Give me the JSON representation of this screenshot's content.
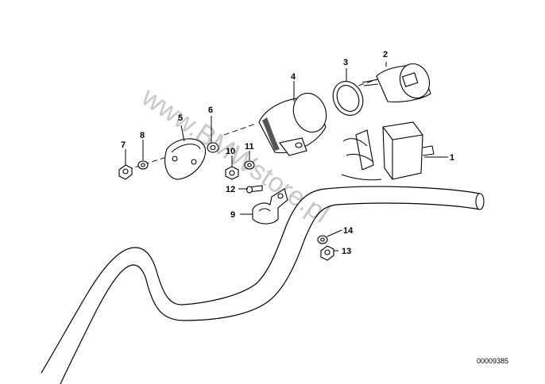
{
  "watermark": "www.BMWstore.pl",
  "reference_code": "00009385",
  "parts": [
    {
      "number": "1"
    },
    {
      "number": "2"
    },
    {
      "number": "3"
    },
    {
      "number": "4"
    },
    {
      "number": "5"
    },
    {
      "number": "6"
    },
    {
      "number": "7"
    },
    {
      "number": "8"
    },
    {
      "number": "9"
    },
    {
      "number": "10"
    },
    {
      "number": "11"
    },
    {
      "number": "12"
    },
    {
      "number": "13"
    },
    {
      "number": "14"
    }
  ]
}
